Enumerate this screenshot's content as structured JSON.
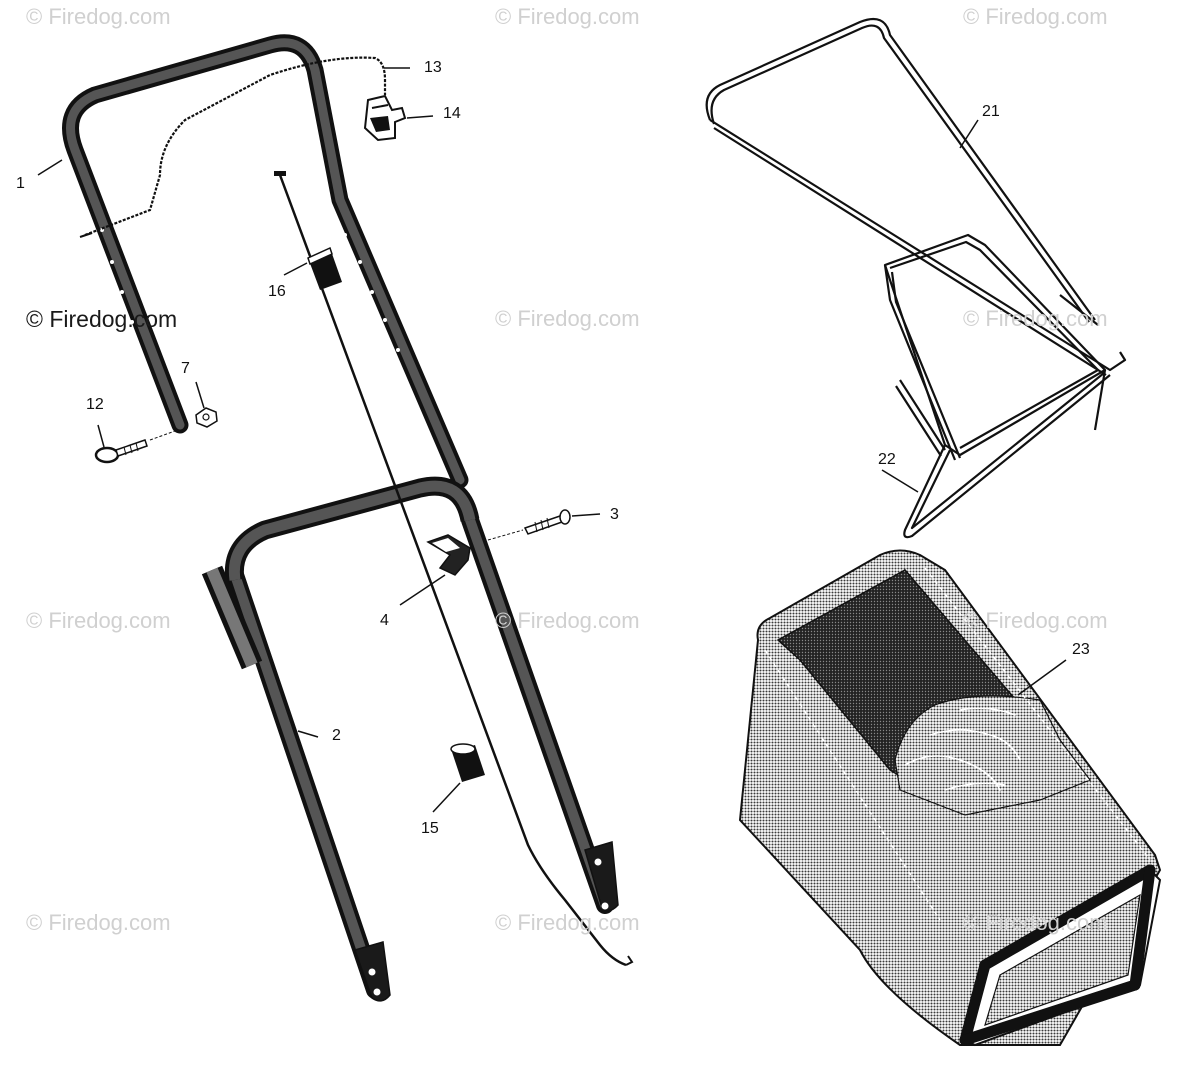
{
  "watermarks": [
    "© Firedog.com",
    "© Firedog.com",
    "© Firedog.com",
    "© Firedog.com",
    "© Firedog.com",
    "© Firedog.com",
    "© Firedog.com",
    "© Firedog.com",
    "© Firedog.com",
    "© Firedog.com",
    "© Firedog.com",
    "© Firedog.com"
  ],
  "callouts": {
    "c1": "1",
    "c2": "2",
    "c3": "3",
    "c4": "4",
    "c7": "7",
    "c12": "12",
    "c13": "13",
    "c14": "14",
    "c15": "15",
    "c16": "16",
    "c21": "21",
    "c22": "22",
    "c23": "23"
  },
  "colors": {
    "line": "#111111",
    "tube": "#2a2a2a",
    "bag": "#7a7a7a",
    "watermark": "#d0d0d0"
  }
}
